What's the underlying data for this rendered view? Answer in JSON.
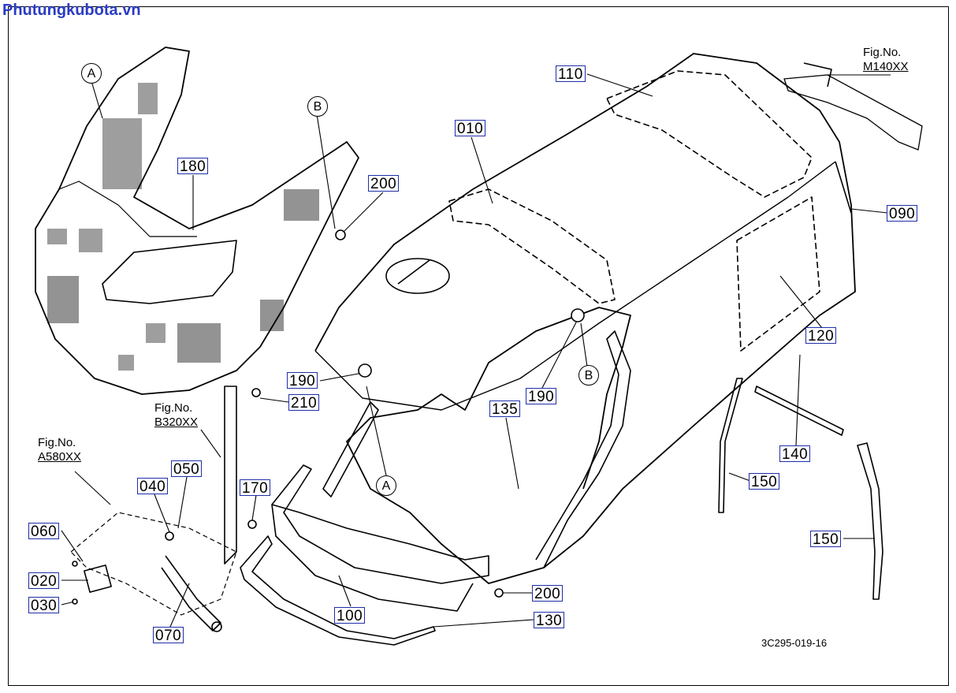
{
  "watermark": "Phutungkubota.vn",
  "diagram_code": "3C295-019-16",
  "callouts": {
    "c010": "010",
    "c020": "020",
    "c030": "030",
    "c040": "040",
    "c050": "050",
    "c060": "060",
    "c070": "070",
    "c090": "090",
    "c100": "100",
    "c110": "110",
    "c120": "120",
    "c130": "130",
    "c135": "135",
    "c140": "140",
    "c150a": "150",
    "c150b": "150",
    "c170": "170",
    "c180": "180",
    "c190a": "190",
    "c190b": "190",
    "c200a": "200",
    "c200b": "200",
    "c210": "210"
  },
  "fig_refs": {
    "m140": {
      "label": "Fig.No.",
      "code": "M140XX"
    },
    "b320": {
      "label": "Fig.No.",
      "code": "B320XX"
    },
    "a580": {
      "label": "Fig.No.",
      "code": "A580XX"
    }
  },
  "ref_letters": {
    "a1": "A",
    "a2": "A",
    "b1": "B",
    "b2": "B"
  }
}
